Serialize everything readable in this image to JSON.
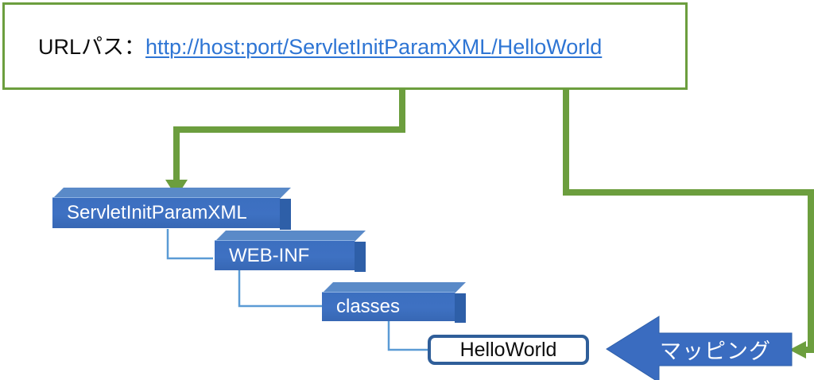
{
  "diagram": {
    "title_area": {
      "label": "URLパス",
      "separator": "：",
      "url": "http://host:port/ServletInitParamXML/HelloWorld",
      "border_color": "#6C9E3E",
      "link_color": "#2E75D4"
    },
    "highlights": [
      {
        "name": "context-path-highlight",
        "text_segment": "/ServletInitParamXML",
        "color": "#6C9E3E"
      },
      {
        "name": "servlet-mapping-highlight",
        "text_segment": "/HelloWorld",
        "color": "#6C9E3E"
      }
    ],
    "folders": [
      {
        "name": "ServletInitParamXML",
        "label": "ServletInitParamXML",
        "level": 0
      },
      {
        "name": "WEB-INF",
        "label": "WEB-INF",
        "level": 1
      },
      {
        "name": "classes",
        "label": "classes",
        "level": 2
      }
    ],
    "leaf": {
      "name": "HelloWorld",
      "label": "HelloWorld",
      "fill": "#FFFFFF",
      "border": "#2F5E99"
    },
    "arrow": {
      "label": "マッピング",
      "fill": "#3A6CC0",
      "direction": "left"
    },
    "colors": {
      "green": "#6C9E3E",
      "box_face": "#3E71C2",
      "box_top": "#5A8AC8",
      "box_side": "#2E5FA8",
      "connector": "#5B9BD5",
      "text_dark": "#0D0D0D",
      "text_light": "#FFFFFF"
    }
  }
}
